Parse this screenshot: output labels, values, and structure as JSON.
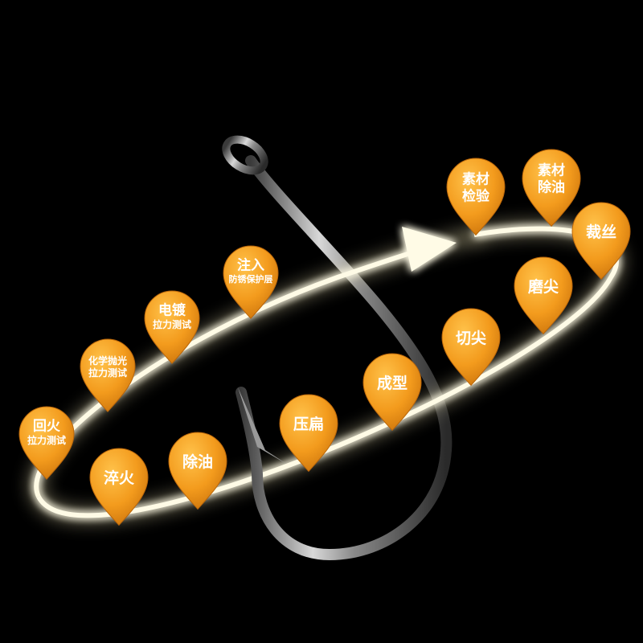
{
  "colors": {
    "background": "#000000",
    "pin_orange": "#f29a1e",
    "ring_glow": "#fff6c8"
  },
  "process_steps": [
    {
      "id": "material-inspection",
      "lines": [
        "素材",
        "检验"
      ]
    },
    {
      "id": "material-degrease",
      "lines": [
        "素材",
        "除油"
      ]
    },
    {
      "id": "wire-cutting",
      "lines": [
        "裁丝"
      ]
    },
    {
      "id": "grinding-point",
      "lines": [
        "磨尖"
      ]
    },
    {
      "id": "cutting-point",
      "lines": [
        "切尖"
      ]
    },
    {
      "id": "forming",
      "lines": [
        "成型"
      ]
    },
    {
      "id": "flattening",
      "lines": [
        "压扁"
      ]
    },
    {
      "id": "degrease",
      "lines": [
        "除油"
      ]
    },
    {
      "id": "quenching",
      "lines": [
        "淬火"
      ]
    },
    {
      "id": "tempering-tensile-test",
      "lines": [
        "回火",
        "拉力测试"
      ]
    },
    {
      "id": "chemical-polish-tensile-test",
      "lines": [
        "化学抛光",
        "拉力测试"
      ]
    },
    {
      "id": "electroplating-tensile-test",
      "lines": [
        "电镀",
        "拉力测试"
      ]
    },
    {
      "id": "anti-rust-coating",
      "lines": [
        "注入",
        "防锈保护层"
      ]
    }
  ]
}
